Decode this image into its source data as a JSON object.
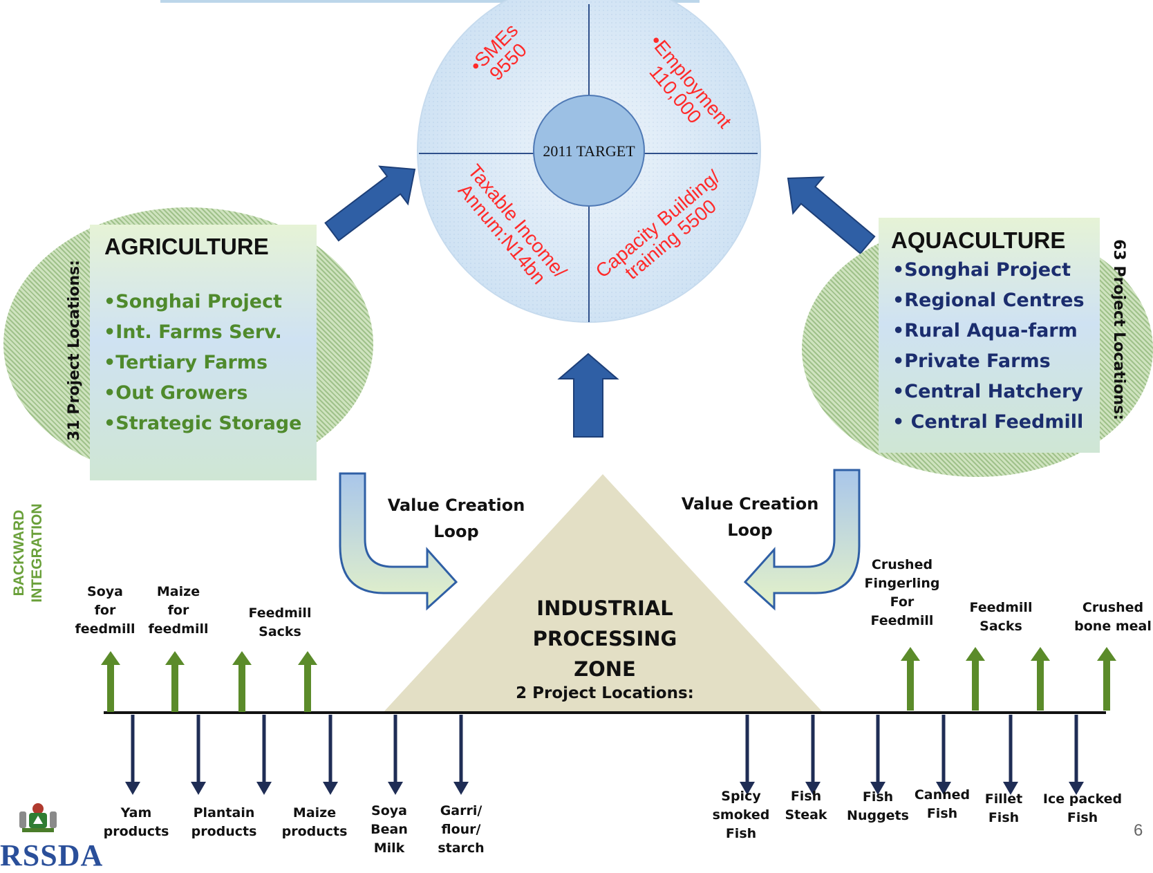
{
  "target": {
    "center_label": "2011 TARGET",
    "quadrants": {
      "smes": [
        "•SMEs",
        "9550"
      ],
      "employment": [
        "•Employment",
        "110,000"
      ],
      "taxable": [
        "Taxable Income/",
        "Annum:N14bn"
      ],
      "capacity": [
        "Capacity Building/",
        "training 5500"
      ]
    }
  },
  "agriculture": {
    "title": "AGRICULTURE",
    "side_label": "31 Project Locations:",
    "items": [
      "•Songhai Project",
      "•Int. Farms Serv.",
      "•Tertiary Farms",
      "•Out Growers",
      "•Strategic Storage"
    ]
  },
  "aquaculture": {
    "title": "AQUACULTURE",
    "side_label": "63 Project Locations:",
    "items": [
      "•Songhai Project",
      "•Regional Centres",
      "•Rural Aqua-farm",
      "•Private Farms",
      "•Central Hatchery",
      "• Central Feedmill"
    ]
  },
  "loops": {
    "left": [
      "Value Creation",
      "Loop"
    ],
    "right": [
      "Value Creation",
      "Loop"
    ]
  },
  "backward_integration": [
    "BACKWARD",
    "INTEGRATION"
  ],
  "zone": {
    "lines": [
      "INDUSTRIAL",
      "PROCESSING",
      "ZONE"
    ],
    "locations": "2 Project Locations:"
  },
  "inputs_left": [
    [
      "Soya",
      "for",
      "feedmill"
    ],
    [
      "Maize",
      "for",
      "feedmill"
    ],
    [
      "Feedmill",
      "Sacks"
    ]
  ],
  "inputs_right": [
    [
      "Crushed",
      "Fingerling",
      "For",
      "Feedmill"
    ],
    [
      "Feedmill",
      "Sacks"
    ],
    [
      "Crushed",
      "bone meal"
    ]
  ],
  "outputs_left": [
    [
      "Yam",
      "products"
    ],
    [
      "Plantain",
      "products"
    ],
    [
      "Maize",
      "products"
    ],
    [
      "Soya",
      "Bean",
      "Milk"
    ],
    [
      "Garri/",
      "flour/",
      "starch"
    ]
  ],
  "outputs_right": [
    [
      "Spicy",
      "smoked",
      "Fish"
    ],
    [
      "Fish",
      "Steak"
    ],
    [
      "Fish",
      "Nuggets"
    ],
    [
      "Canned",
      "Fish"
    ],
    [
      "Fillet",
      "Fish"
    ],
    [
      "Ice packed",
      "Fish"
    ]
  ],
  "logo_text": "RSSDA",
  "page_number": "6",
  "colors": {
    "red_text": "#ff2a2a",
    "green_text": "#4f8a2c",
    "navy_text": "#1b2d6e",
    "arrow_blue": "#2f5fa5",
    "arrow_green": "#5b8b2a",
    "arrow_navy": "#1f2d55",
    "backward_green": "#6aa03a"
  }
}
